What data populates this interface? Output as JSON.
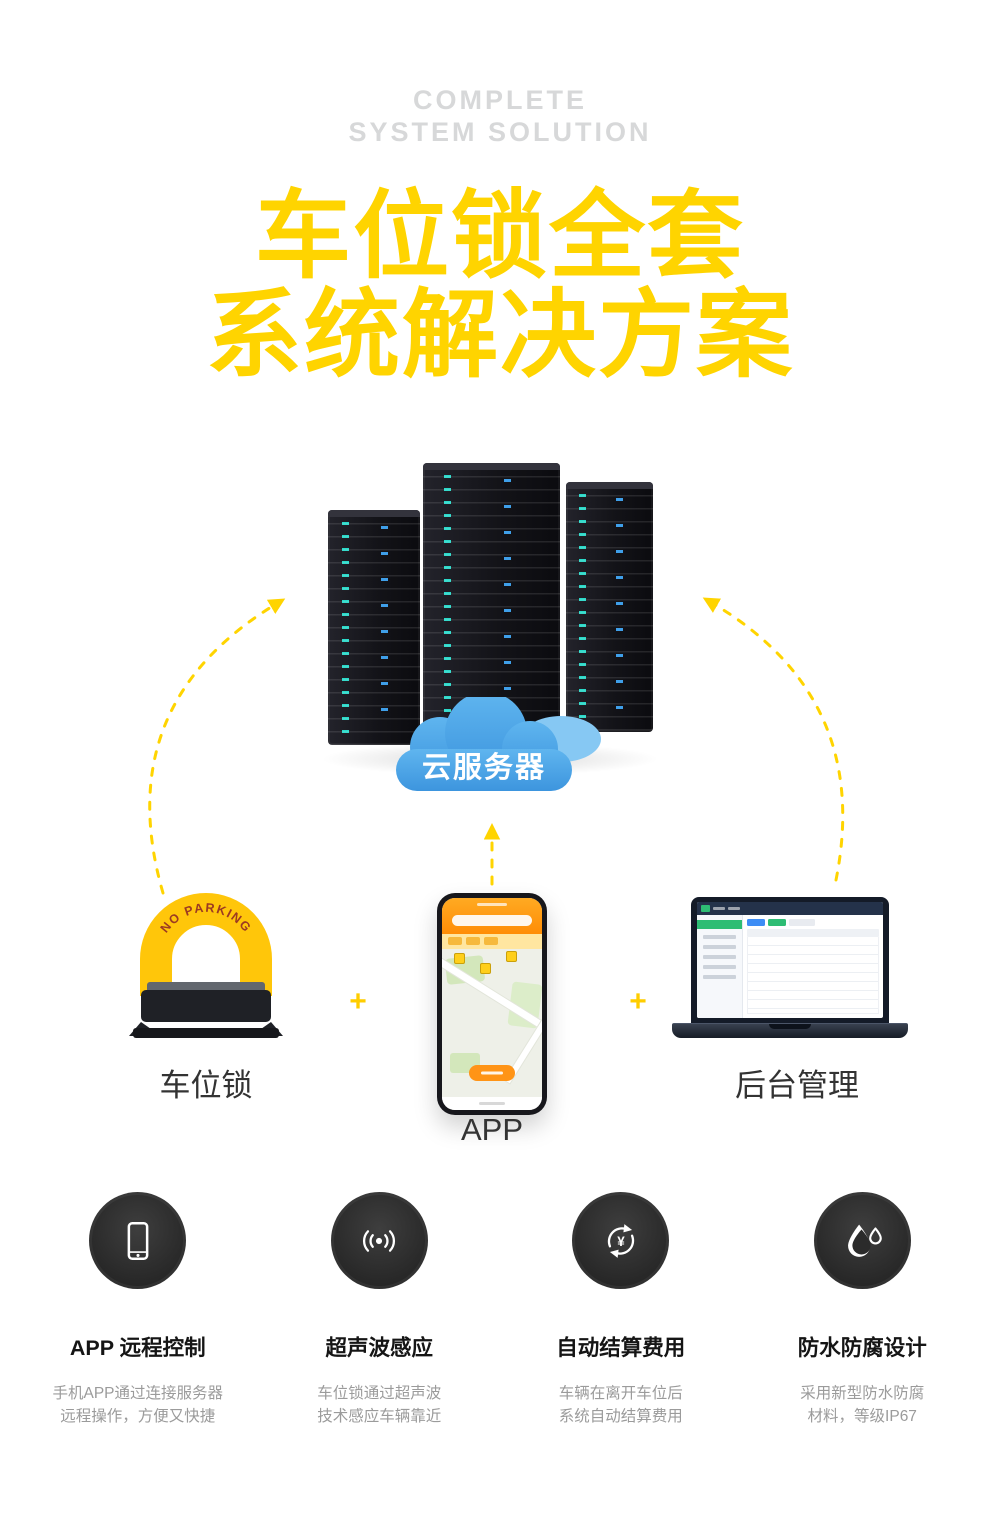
{
  "colors": {
    "accent_yellow": "#FFD400",
    "cloud_blue": "#4BA7E9",
    "circle_dark": "#2B2B2B",
    "eyebrow_gray": "#D7D8D9"
  },
  "header": {
    "eyebrow_line1": "COMPLETE",
    "eyebrow_line2": "SYSTEM SOLUTION",
    "title_line1": "车位锁全套",
    "title_line2": "系统解决方案"
  },
  "diagram": {
    "cloud_label": "云服务器",
    "lock_caption": "NO PARKING",
    "lock_label": "车位锁",
    "app_label": "APP",
    "backend_label": "后台管理",
    "plus": "+"
  },
  "features": [
    {
      "icon": "smartphone-icon",
      "title": "APP 远程控制",
      "desc_line1": "手机APP通过连接服务器",
      "desc_line2": "远程操作，方便又快捷"
    },
    {
      "icon": "ultrasonic-wave-icon",
      "title": "超声波感应",
      "desc_line1": "车位锁通过超声波",
      "desc_line2": "技术感应车辆靠近"
    },
    {
      "icon": "auto-billing-icon",
      "title": "自动结算费用",
      "desc_line1": "车辆在离开车位后",
      "desc_line2": "系统自动结算费用",
      "symbol": "¥"
    },
    {
      "icon": "waterproof-icon",
      "title": "防水防腐设计",
      "desc_line1": "采用新型防水防腐",
      "desc_line2": "材料，等级IP67"
    }
  ]
}
